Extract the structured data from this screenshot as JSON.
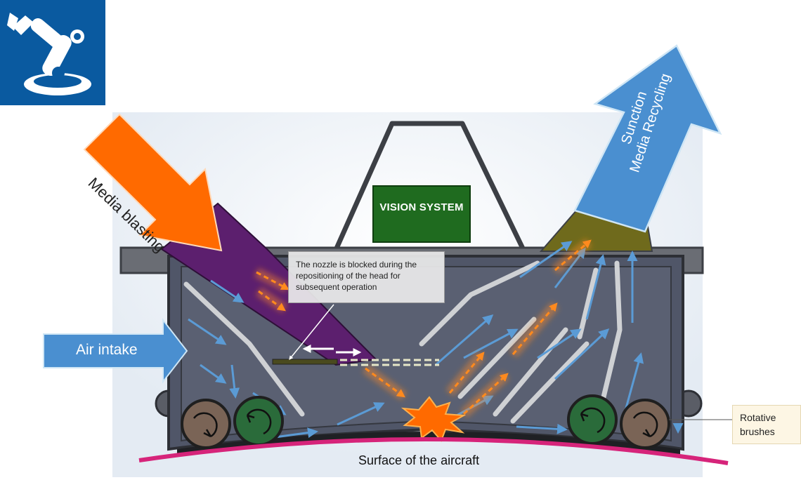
{
  "diagram": {
    "vision_system": "VISION SYSTEM",
    "media_blasting": "Media blasting",
    "suction_line1": "Sunction",
    "suction_line2": "Media Recycling",
    "air_intake": "Air intake",
    "nozzle_note": "The nozzle is blocked during the repositioning of the head for subsequent operation",
    "rotative_line1": "Rotative",
    "rotative_line2": "brushes",
    "surface": "Surface of the aircraft",
    "logo_icon": "robot-arm-icon"
  },
  "colors": {
    "logo_bg": "#0a5aa0",
    "housing": "#505668",
    "frame": "#6a6d74",
    "blast_arrow": "#ff6a00",
    "suction_arrow": "#4a8fd0",
    "nozzle_duct": "#5c1f6e",
    "vision_box": "#1f6b1f",
    "surface_line": "#d6247a",
    "flow_arrows": "#5b9bd5"
  }
}
